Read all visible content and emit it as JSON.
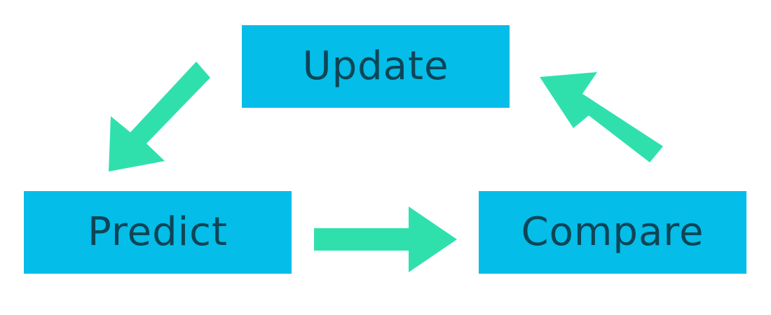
{
  "colors": {
    "box_fill": "#04bde9",
    "box_text": "#0e4556",
    "arrow_fill": "#2fe0ad",
    "background": "#ffffff"
  },
  "nodes": {
    "update": {
      "label": "Update"
    },
    "predict": {
      "label": "Predict"
    },
    "compare": {
      "label": "Compare"
    }
  },
  "edges": [
    {
      "from": "update",
      "to": "predict"
    },
    {
      "from": "predict",
      "to": "compare"
    },
    {
      "from": "compare",
      "to": "update"
    }
  ]
}
